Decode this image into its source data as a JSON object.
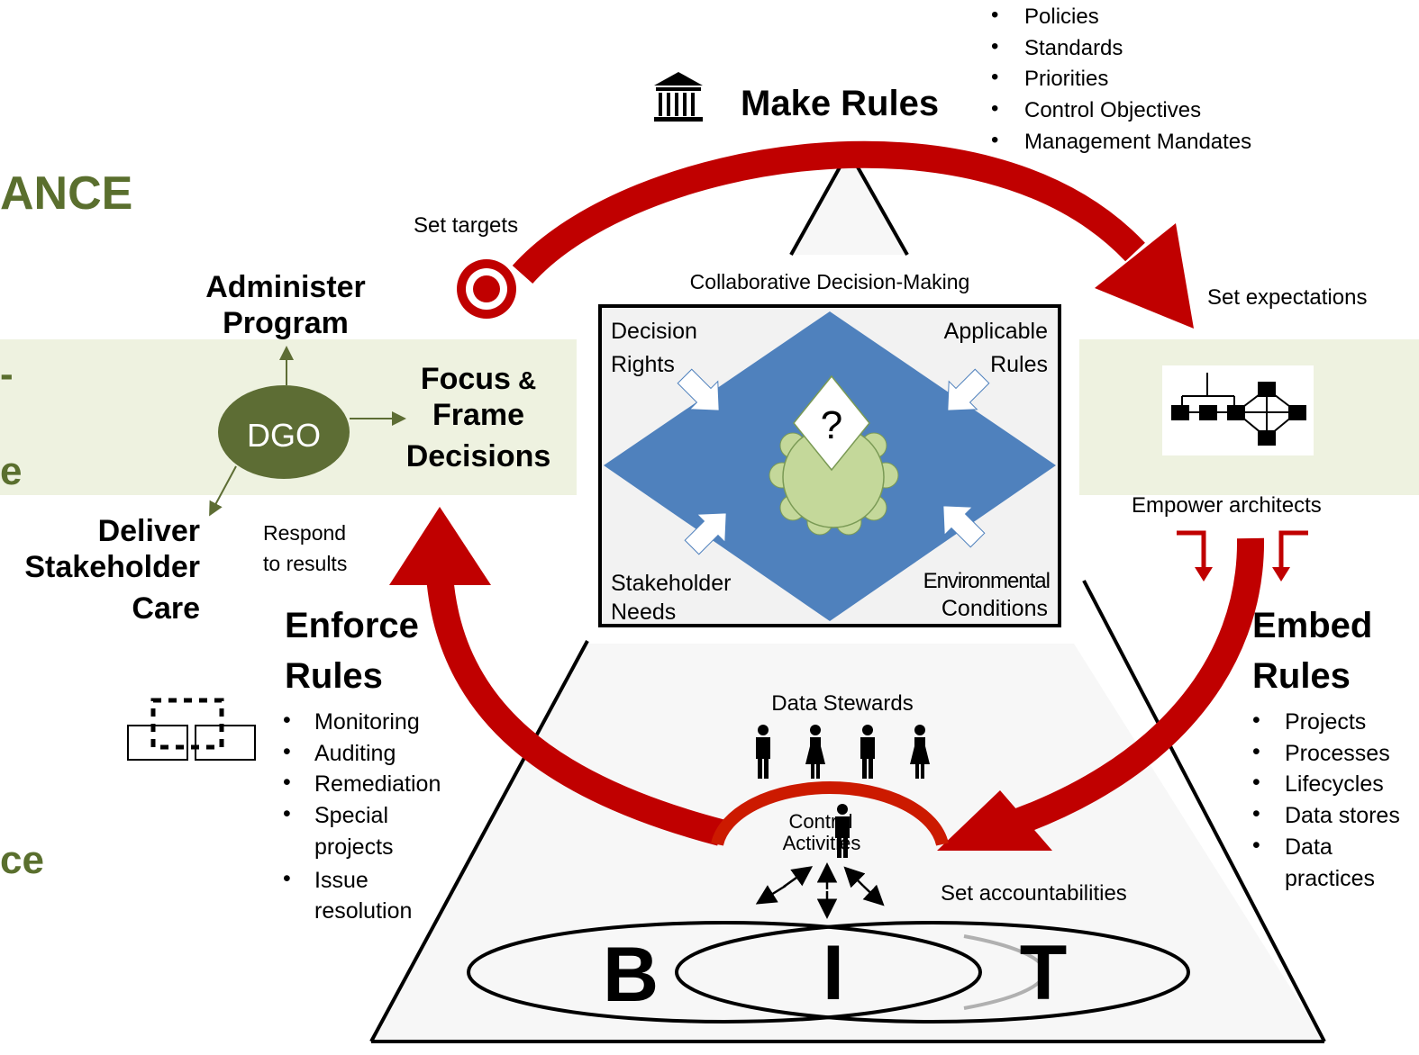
{
  "colors": {
    "governance_green": "#5a6f2e",
    "band_green": "#eef2e0",
    "arrow_red": "#c00000",
    "diamond_blue": "#4f81bd",
    "table_green": "#c4d89a",
    "dgo_green": "#5d6d34"
  },
  "left_fragments": {
    "ance": "ANCE",
    "dash": "-",
    "e": "e",
    "ce": "ce"
  },
  "make_rules": {
    "title": "Make Rules",
    "icon": "institution-icon",
    "items": [
      "Policies",
      "Standards",
      "Priorities",
      "Control Objectives",
      "Management Mandates"
    ]
  },
  "labels": {
    "set_targets": "Set targets",
    "set_expectations": "Set expectations",
    "empower_architects": "Empower architects",
    "respond_line1": "Respond",
    "respond_line2": "to results",
    "set_accountabilities": "Set accountabilities",
    "collab_title": "Collaborative Decision-Making"
  },
  "dgo": {
    "label": "DGO",
    "administer_line1": "Administer",
    "administer_line2": "Program",
    "focus_line1": "Focus",
    "focus_amp": "&",
    "focus_line2": "Frame",
    "focus_line3": "Decisions",
    "deliver_line1": "Deliver",
    "deliver_line2": "Stakeholder",
    "deliver_line3": "Care"
  },
  "decision_box": {
    "top_left_1": "Decision",
    "top_left_2": "Rights",
    "top_right_1": "Applicable",
    "top_right_2": "Rules",
    "bottom_left_1": "Stakeholder",
    "bottom_left_2": "Needs",
    "bottom_right_1": "Environmental",
    "bottom_right_2": "Conditions",
    "question": "?"
  },
  "enforce": {
    "title_1": "Enforce",
    "title_2": "Rules",
    "items": [
      {
        "lines": [
          "Monitoring"
        ]
      },
      {
        "lines": [
          "Auditing"
        ]
      },
      {
        "lines": [
          "Remediation"
        ]
      },
      {
        "lines": [
          "Special",
          "projects"
        ]
      },
      {
        "lines": [
          "Issue",
          "resolution"
        ]
      }
    ]
  },
  "embed": {
    "title_1": "Embed",
    "title_2": "Rules",
    "items": [
      {
        "lines": [
          "Projects"
        ]
      },
      {
        "lines": [
          "Processes"
        ]
      },
      {
        "lines": [
          "Lifecycles"
        ]
      },
      {
        "lines": [
          "Data stores"
        ]
      },
      {
        "lines": [
          "Data",
          "practices"
        ]
      }
    ]
  },
  "pyramid": {
    "data_stewards": "Data Stewards",
    "control_1": "Control",
    "control_2": "Activities",
    "b": "B",
    "i": "I",
    "t": "T"
  }
}
